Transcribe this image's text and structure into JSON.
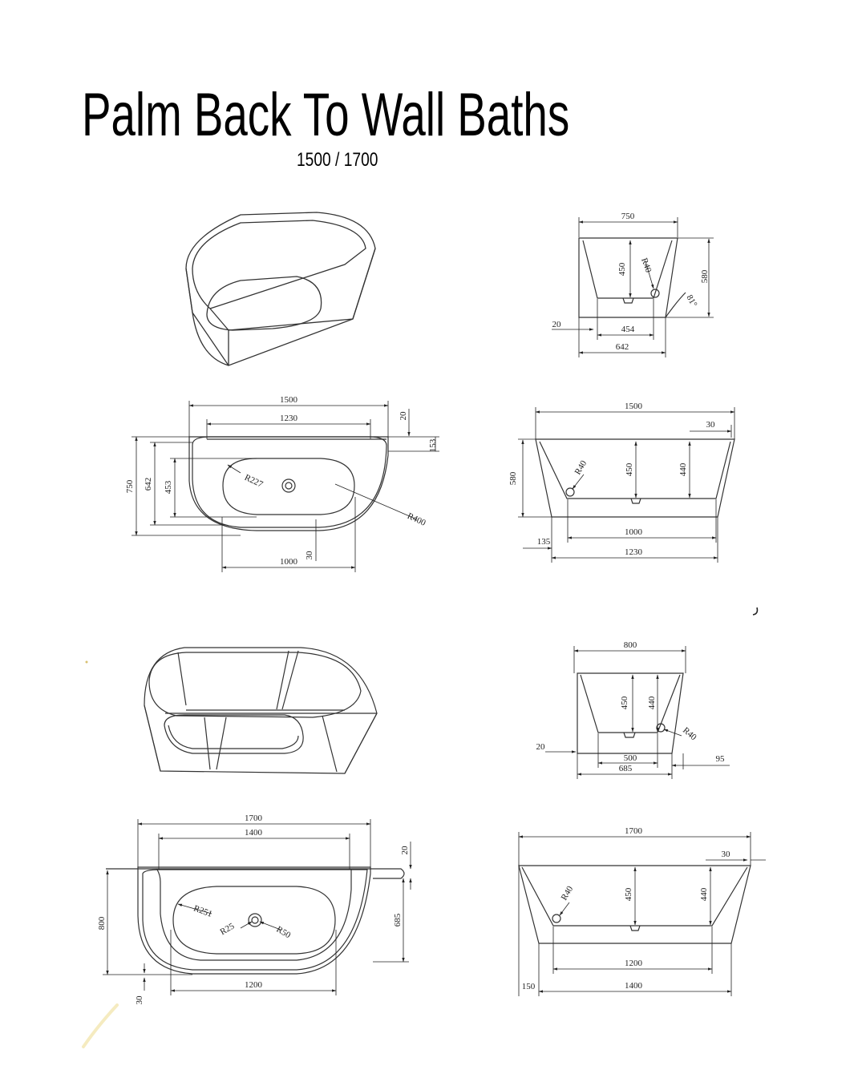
{
  "title": "Palm Back To Wall Baths",
  "subtitle": "1500 / 1700",
  "bath_1500": {
    "plan": {
      "overall_length": "1500",
      "rim_length": "1230",
      "wall_lip": "20",
      "end_radius_offset": "153",
      "overall_width": "750",
      "inner_width": "642",
      "bowl_width": "453",
      "bowl_radius": "R227",
      "end_radius": "R400",
      "lip": "30",
      "floor_length": "1000"
    },
    "end_view": {
      "top_width": "750",
      "depth": "450",
      "radius": "R40",
      "height": "580",
      "angle": "81°",
      "lip": "20",
      "floor_width": "454",
      "base_width": "642"
    },
    "side_view": {
      "top_length": "1500",
      "lip": "30",
      "height": "580",
      "radius": "R40",
      "depth_center": "450",
      "depth_end": "440",
      "floor_length": "1000",
      "offset": "135",
      "base_length": "1230"
    }
  },
  "bath_1700": {
    "end_view": {
      "top_width": "800",
      "depth": "450",
      "depth_inner": "440",
      "radius": "R40",
      "lip": "20",
      "floor_width": "500",
      "base_width": "685",
      "overhang": "95"
    },
    "plan": {
      "overall_length": "1700",
      "rim_length": "1400",
      "wall_lip": "20",
      "overall_width": "800",
      "inner_width": "685",
      "bowl_radius": "R251",
      "waste_radius": "R25",
      "end_radius": "R50",
      "lip": "30",
      "floor_length": "1200"
    },
    "side_view": {
      "top_length": "1700",
      "lip": "30",
      "radius": "R40",
      "depth_center": "450",
      "depth_end": "440",
      "floor_length": "1200",
      "offset": "150",
      "base_length": "1400"
    }
  }
}
